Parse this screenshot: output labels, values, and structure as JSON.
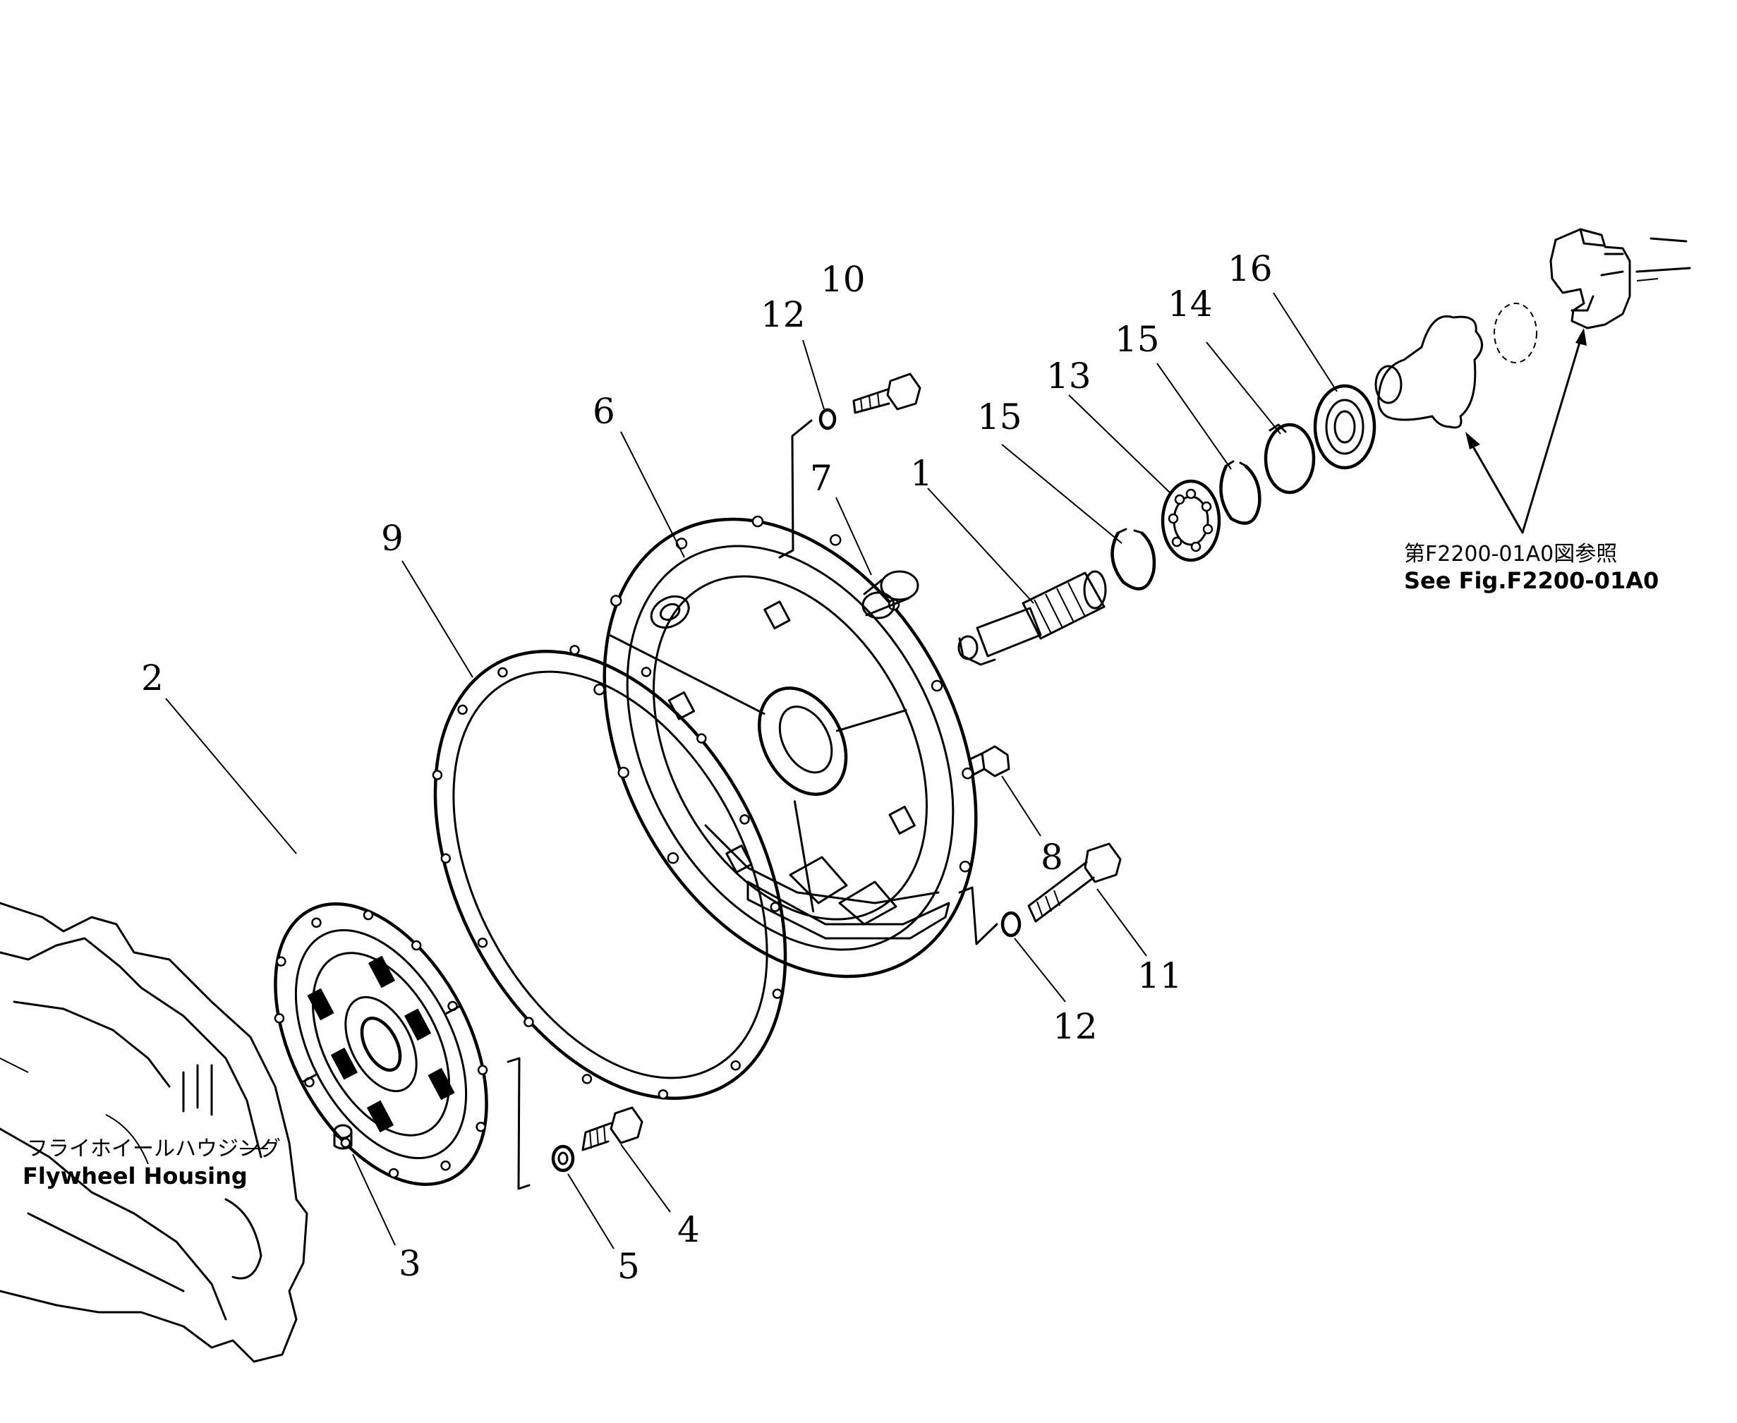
{
  "callouts": [
    {
      "id": "1",
      "text": "1"
    },
    {
      "id": "2",
      "text": "2"
    },
    {
      "id": "3",
      "text": "3"
    },
    {
      "id": "4",
      "text": "4"
    },
    {
      "id": "5",
      "text": "5"
    },
    {
      "id": "6",
      "text": "6"
    },
    {
      "id": "7",
      "text": "7"
    },
    {
      "id": "8",
      "text": "8"
    },
    {
      "id": "9",
      "text": "9"
    },
    {
      "id": "10",
      "text": "10"
    },
    {
      "id": "11",
      "text": "11"
    },
    {
      "id": "12a",
      "text": "12"
    },
    {
      "id": "12b",
      "text": "12"
    },
    {
      "id": "13",
      "text": "13"
    },
    {
      "id": "14",
      "text": "14"
    },
    {
      "id": "15a",
      "text": "15"
    },
    {
      "id": "15b",
      "text": "15"
    },
    {
      "id": "16",
      "text": "16"
    }
  ],
  "notes": {
    "flywheel_housing_jp": "フライホイールハウジング",
    "flywheel_housing_en": "Flywheel  Housing",
    "see_fig_jp": "第F2200-01A0図参照",
    "see_fig_en": "See Fig.F2200-01A0"
  },
  "colors": {
    "ink": "#000000",
    "paper": "#ffffff"
  }
}
